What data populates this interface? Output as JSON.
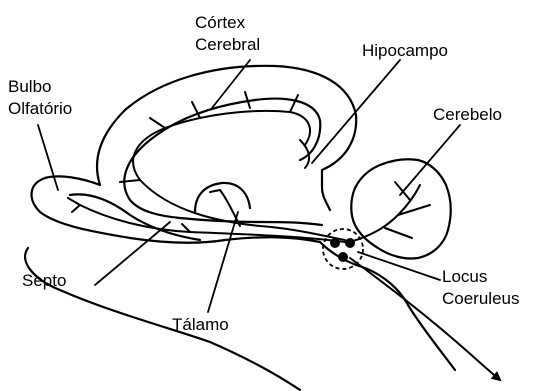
{
  "labels": {
    "cortex": [
      "Córtex",
      "Cerebral"
    ],
    "hipocampo": "Hipocampo",
    "bulbo": [
      "Bulbo",
      "Olfatório"
    ],
    "cerebelo": "Cerebelo",
    "septo": "Septo",
    "talamo": "Tálamo",
    "locus": [
      "Locus",
      "Coeruleus"
    ]
  },
  "colors": {
    "ink": "#000000",
    "background": "#ffffff"
  }
}
